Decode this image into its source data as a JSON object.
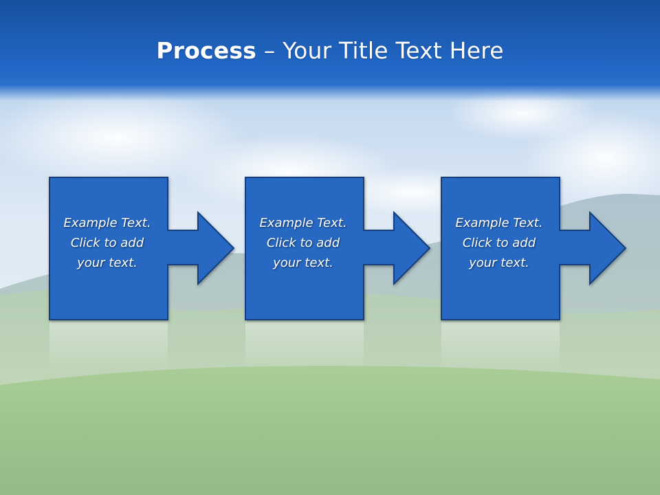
{
  "slide": {
    "title_bold": "Process",
    "title_rest": " – Your Title Text Here"
  },
  "steps": [
    {
      "lines": [
        "Example Text.",
        "Click  to add",
        "your text."
      ]
    },
    {
      "lines": [
        "Example Text.",
        "Click  to add",
        "your text."
      ]
    },
    {
      "lines": [
        "Example Text.",
        "Click  to add",
        "your text."
      ]
    }
  ],
  "colors": {
    "title_bar": "#1d5fb8",
    "step_fill": "#2667c2",
    "step_border": "#123e7c",
    "sky": "#dfeaf5",
    "grass": "#7fb56a"
  }
}
